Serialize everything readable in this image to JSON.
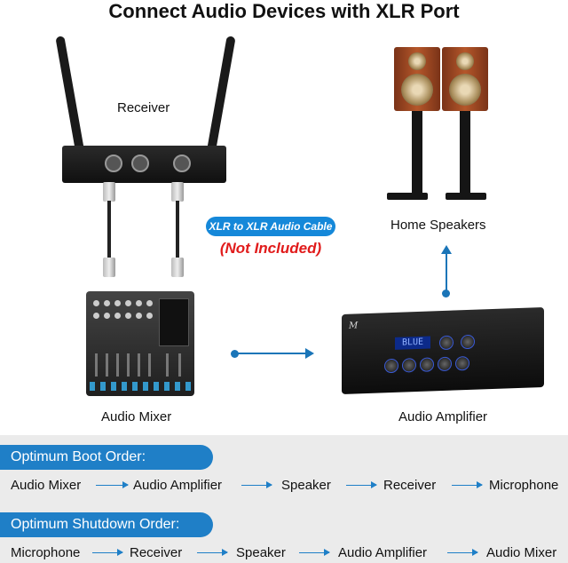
{
  "title": "Connect Audio Devices with XLR Port",
  "devices": {
    "receiver": "Receiver",
    "home_speakers": "Home Speakers",
    "audio_mixer": "Audio Mixer",
    "audio_amplifier": "Audio Amplifier",
    "amp_display": "BLUE"
  },
  "cable": {
    "label": "XLR to XLR Audio Cable",
    "note": "(Not Included)"
  },
  "boot_order": {
    "heading": "Optimum Boot Order:",
    "steps": [
      "Audio Mixer",
      "Audio Amplifier",
      "Speaker",
      "Receiver",
      "Microphone"
    ]
  },
  "shutdown_order": {
    "heading": "Optimum Shutdown Order:",
    "steps": [
      "Microphone",
      "Receiver",
      "Speaker",
      "Audio Amplifier",
      "Audio Mixer"
    ]
  },
  "colors": {
    "accent": "#1f7fc7",
    "warning": "#e11b1b",
    "panel": "#ebebeb"
  }
}
